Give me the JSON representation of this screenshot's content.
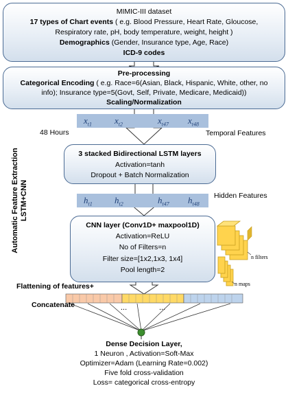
{
  "box1": {
    "line1": "MIMIC-III dataset",
    "line2_bold": "17 types of Chart events",
    "line2_rest": " ( e.g. Blood Pressure, Heart Rate, Gloucose,",
    "line3": "Respiratory rate, pH, body temperature, weight, height )",
    "line4_bold": "Demographics",
    "line4_rest": " (Gender, Insurance type, Age, Race)",
    "line5": "ICD-9 codes"
  },
  "box2": {
    "title": "Pre-processing",
    "line2_bold": "Categorical Encoding",
    "line2_rest": " ( e.g. Race=6(Asian, Black, Hispanic, White, other, no",
    "line3": "info); Insurance type=5(Govt, Self, Private, Medicare, Medicaid))",
    "line4": "Scaling/Normalization"
  },
  "temporal": {
    "hours": "48 Hours",
    "label": "Temporal Features",
    "vars": [
      {
        "base": "x",
        "sub": "t1"
      },
      {
        "base": "x",
        "sub": "t2"
      },
      {
        "base": "x",
        "sub": "t47"
      },
      {
        "base": "x",
        "sub": "t48"
      }
    ]
  },
  "side_label": {
    "line1": "Automatic Feature Extraction",
    "line2": "LSTM+CNN"
  },
  "lstm": {
    "title": "3 stacked Bidirectional LSTM layers",
    "line2": "Activation=tanh",
    "line3": "Dropout + Batch Normalization"
  },
  "hidden": {
    "label": "Hidden Features",
    "vars": [
      {
        "base": "h",
        "sub": "t1"
      },
      {
        "base": "h",
        "sub": "t2"
      },
      {
        "base": "h",
        "sub": "t47"
      },
      {
        "base": "h",
        "sub": "t48"
      }
    ]
  },
  "cnn": {
    "title": "CNN layer  (Conv1D+ maxpool1D)",
    "line2": "Activation=ReLU",
    "line3": "No of Filters=n",
    "line4": "Filter size=[1x2,1x3, 1x4]",
    "line5": "Pool length=2",
    "filters_label": "n filters",
    "maps_label": "n maps"
  },
  "flatten": {
    "line1": "Flattening of features+",
    "line2": "Concatenate",
    "dots": "..."
  },
  "dense": {
    "title": "Dense Decision Layer,",
    "line2": "1  Neuron , Activation=Soft-Max",
    "line3": "Optimizer=Adam (Learning Rate=0.002)",
    "line4": "Five fold cross-validation",
    "line5": "Loss= categorical cross-entropy"
  },
  "colors": {
    "border": "#4a6a93",
    "band": "#a9c0dd",
    "filter_yellow": "#ffd34d",
    "flat_orange": "#f9c9a8",
    "flat_yellow": "#ffd966",
    "flat_blue": "#bdd3ec",
    "neuron": "#3d8f2f"
  }
}
